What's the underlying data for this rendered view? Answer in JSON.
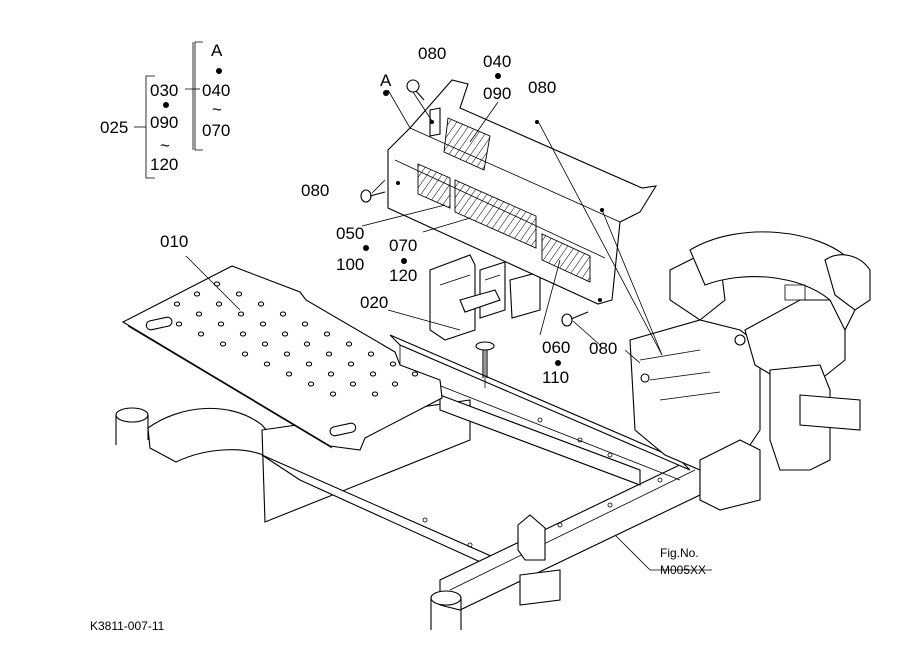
{
  "labels": {
    "p025": "025",
    "p030": "030",
    "p090a": "090",
    "tilde1": "~",
    "p120a": "120",
    "refA_top": "A",
    "p040a": "040",
    "tilde2": "~",
    "p070a": "070",
    "refA_panel": "A",
    "p080_top": "080",
    "p040b": "040",
    "p090b": "090",
    "p080_right": "080",
    "p080_left": "080",
    "p050": "050",
    "p100": "100",
    "p070b": "070",
    "p120b": "120",
    "p010": "010",
    "p020": "020",
    "p060": "060",
    "p110": "110",
    "p080_bottom": "080"
  },
  "fig": {
    "caption": "Fig.No.",
    "number": "M005XX"
  },
  "drawing_id": "K3811-007-11"
}
